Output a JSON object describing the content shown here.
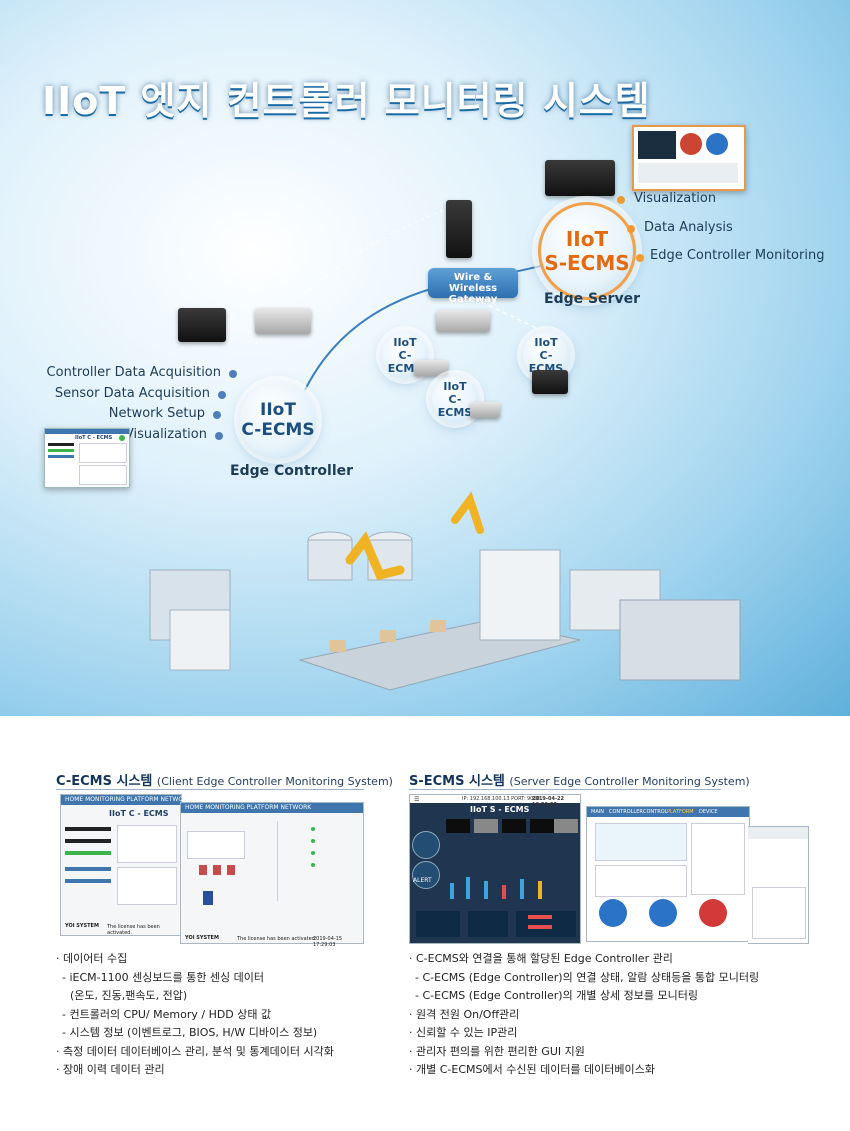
{
  "hero": {
    "title": "IIoT 엣지 컨트롤러 모니터링 시스템",
    "controller": {
      "hub_line1": "IIoT",
      "hub_line2": "C-ECMS",
      "caption": "Edge Controller",
      "features": [
        "Controller Data Acquisition",
        "Sensor Data Acquisition",
        "Network Setup",
        "Visualization"
      ],
      "thumb_title": "IIoT C - ECMS"
    },
    "server": {
      "hub_line1": "IIoT",
      "hub_line2": "S-ECMS",
      "caption": "Edge Server",
      "features": [
        "Visualization",
        "Data Analysis",
        "Edge Controller Monitoring"
      ]
    },
    "gateway_label_1": "Wire & Wireless",
    "gateway_label_2": "Gateway",
    "nodes": [
      {
        "line1": "IIoT",
        "line2": "C-ECMS"
      },
      {
        "line1": "IIoT",
        "line2": "C-ECMS"
      },
      {
        "line1": "IIoT",
        "line2": "C-ECMS"
      }
    ]
  },
  "cecms": {
    "title": "C-ECMS 시스템",
    "subtitle": "(Client Edge Controller Monitoring System)",
    "shot1": {
      "nav": "HOME   MONITORING   PLATFORM   NETWORK",
      "title": "IIoT C - ECMS",
      "brand": "YOI SYSTEM",
      "status": "The license has been activated."
    },
    "shot2": {
      "nav": "HOME   MONITORING   PLATFORM   NETWORK",
      "brand": "YOI SYSTEM",
      "status": "The license has been activated.",
      "time": "2019-04-15 17:29:03"
    },
    "items": [
      {
        "level": 0,
        "text": "· 데이어터 수집"
      },
      {
        "level": 1,
        "text": "- iECM-1100 센싱보드를 통한 센싱 데이터"
      },
      {
        "level": 2,
        "text": "(온도, 진동,팬속도, 전압)"
      },
      {
        "level": 1,
        "text": "- 컨트롤러의 CPU/ Memory / HDD 상태 값"
      },
      {
        "level": 1,
        "text": "- 시스템 정보 (이벤트로그, BIOS, H/W 디바이스 정보)"
      },
      {
        "level": 0,
        "text": "· 측정 데이터 데이터베이스 관리, 분석 및 통계데이터 시각화"
      },
      {
        "level": 0,
        "text": "· 장애 이력 데이터 관리"
      }
    ]
  },
  "secms": {
    "title": "S-ECMS 시스템",
    "subtitle": "(Server Edge Controller Monitoring System)",
    "shot1": {
      "title": "IIoT S - ECMS",
      "ip": "IP: 192.168.100.13   PORT: 9000",
      "time": "2019-04-22 16:56:08",
      "alert": "ALERT"
    },
    "shot2": {
      "tabs": [
        "MAIN",
        "CONTROLLER",
        "CONTROL",
        "PLATFORM",
        "DEVICE"
      ]
    },
    "items": [
      {
        "level": 0,
        "text": "· C-ECMS와 연결을 통해 할당된 Edge Controller 관리"
      },
      {
        "level": 1,
        "text": "- C-ECMS (Edge Controller)의 연결 상태, 알람 상태등을 통합 모니터링"
      },
      {
        "level": 1,
        "text": "- C-ECMS (Edge Controller)의 개별 상세 정보를 모니터링"
      },
      {
        "level": 0,
        "text": "· 원격 전원 On/Off관리"
      },
      {
        "level": 0,
        "text": "· 신뢰할 수 있는 IP관리"
      },
      {
        "level": 0,
        "text": "· 관리자 편의를 위한 편리한 GUI 지원"
      },
      {
        "level": 0,
        "text": "· 개별 C-ECMS에서 수신된 데이터를 데이터베이스화"
      }
    ]
  }
}
